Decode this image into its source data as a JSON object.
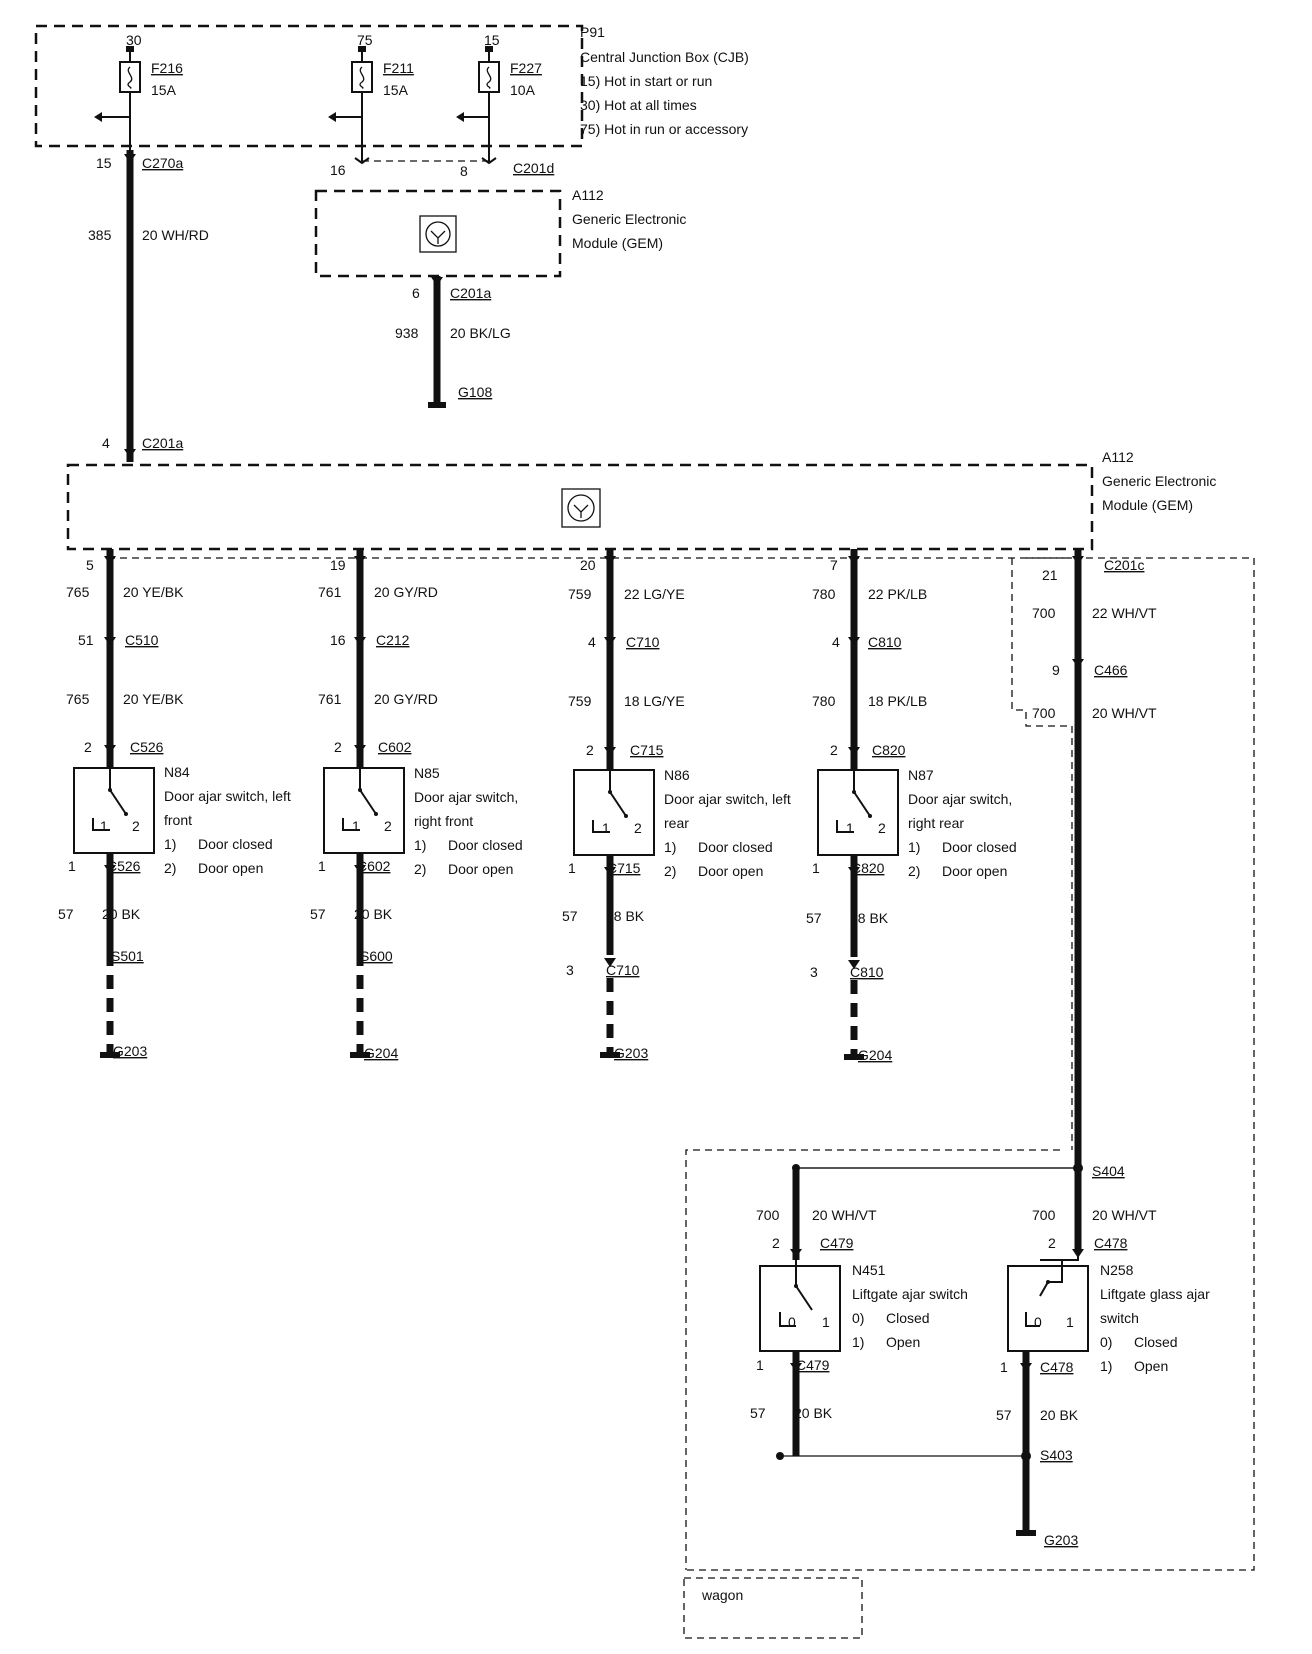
{
  "cjb": {
    "id": "P91",
    "name": "Central Junction Box (CJB)",
    "legend": [
      "15)  Hot in start or run",
      "30)  Hot at all times",
      "75)  Hot in run or accessory"
    ],
    "fuses": [
      {
        "bus": "30",
        "name": "F216",
        "rating": "15A"
      },
      {
        "bus": "75",
        "name": "F211",
        "rating": "15A"
      },
      {
        "bus": "15",
        "name": "F227",
        "rating": "10A"
      }
    ]
  },
  "upper_feed": {
    "pin": "15",
    "connector": "C270a",
    "circuit": "385",
    "wire": "20 WH/RD",
    "gem_pin": "4",
    "gem_connector": "C201a"
  },
  "gem_small": {
    "id": "A112",
    "line1": "Generic Electronic",
    "line2": "Module (GEM)",
    "in_pin_a": "16",
    "in_pin_b": "8",
    "in_connector": "C201d",
    "out_pin": "6",
    "out_connector": "C201a",
    "circuit": "938",
    "wire": "20 BK/LG",
    "ground": "G108"
  },
  "gem_main": {
    "id": "A112",
    "line1": "Generic Electronic",
    "line2": "Module (GEM)"
  },
  "doors": [
    {
      "gem_pin": "5",
      "circuit": "765",
      "wire1": "20 YE/BK",
      "mid_pin": "51",
      "mid_conn": "C510",
      "wire2": "20 YE/BK",
      "sw_pin": "2",
      "sw_conn": "C526",
      "sw_id": "N84",
      "desc1": "Door ajar switch, left",
      "desc2": "front",
      "state1": "Door closed",
      "state2": "Door open",
      "out_pin": "1",
      "out_conn": "C526",
      "gnd_circuit": "57",
      "gnd_wire": "20 BK",
      "splice": "S501",
      "ground": "G203"
    },
    {
      "gem_pin": "19",
      "circuit": "761",
      "wire1": "20 GY/RD",
      "mid_pin": "16",
      "mid_conn": "C212",
      "wire2": "20 GY/RD",
      "sw_pin": "2",
      "sw_conn": "C602",
      "sw_id": "N85",
      "desc1": "Door ajar switch,",
      "desc2": "right front",
      "state1": "Door closed",
      "state2": "Door open",
      "out_pin": "1",
      "out_conn": "C602",
      "gnd_circuit": "57",
      "gnd_wire": "20 BK",
      "splice": "S600",
      "ground": "G204"
    },
    {
      "gem_pin": "20",
      "circuit": "759",
      "wire1": "22 LG/YE",
      "mid_pin": "4",
      "mid_conn": "C710",
      "wire2": "18 LG/YE",
      "sw_pin": "2",
      "sw_conn": "C715",
      "sw_id": "N86",
      "desc1": "Door ajar switch, left",
      "desc2": "rear",
      "state1": "Door closed",
      "state2": "Door open",
      "out_pin": "1",
      "out_conn": "C715",
      "gnd_circuit": "57",
      "gnd_wire": "18 BK",
      "splice_pin": "3",
      "splice": "C710",
      "ground": "G203"
    },
    {
      "gem_pin": "7",
      "circuit": "780",
      "wire1": "22 PK/LB",
      "mid_pin": "4",
      "mid_conn": "C810",
      "wire2": "18 PK/LB",
      "sw_pin": "2",
      "sw_conn": "C820",
      "sw_id": "N87",
      "desc1": "Door ajar switch,",
      "desc2": "right rear",
      "state1": "Door closed",
      "state2": "Door open",
      "out_pin": "1",
      "out_conn": "C820",
      "gnd_circuit": "57",
      "gnd_wire": "18 BK",
      "splice_pin": "3",
      "splice": "C810",
      "ground": "G204"
    }
  ],
  "liftgate_feed": {
    "gem_pin": "21",
    "gem_conn": "C201c",
    "circuit": "700",
    "wire1": "22 WH/VT",
    "mid_pin": "9",
    "mid_conn": "C466",
    "wire2": "20 WH/VT",
    "splice": "S404"
  },
  "liftgate": [
    {
      "circuit": "700",
      "wire": "20 WH/VT",
      "sw_pin": "2",
      "sw_conn": "C479",
      "sw_id": "N451",
      "desc1": "Liftgate ajar switch",
      "desc2": "",
      "state0": "Closed",
      "state1": "Open",
      "out_pin": "1",
      "out_conn": "C479",
      "gnd_circuit": "57",
      "gnd_wire": "20 BK"
    },
    {
      "circuit": "700",
      "wire": "20 WH/VT",
      "sw_pin": "2",
      "sw_conn": "C478",
      "sw_id": "N258",
      "desc1": "Liftgate glass ajar",
      "desc2": "switch",
      "state0": "Closed",
      "state1": "Open",
      "out_pin": "1",
      "out_conn": "C478",
      "gnd_circuit": "57",
      "gnd_wire": "20 BK",
      "splice": "S403",
      "ground": "G203"
    }
  ],
  "wagon_label": "wagon"
}
